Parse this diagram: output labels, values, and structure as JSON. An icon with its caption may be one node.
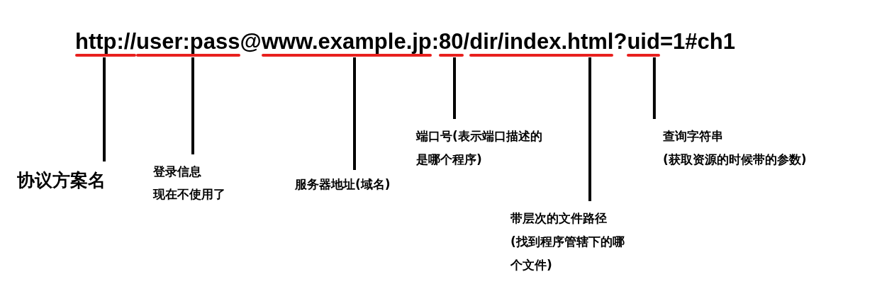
{
  "diagram": {
    "nodes": [
      {
        "text": [
          "http://user:pass@www.example.jp:80/dir/index.html?uid=1#ch1"
        ]
      },
      {
        "text": [],
        "shape": "bar"
      },
      {
        "text": [],
        "shape": "bar"
      },
      {
        "text": [],
        "shape": "bar"
      },
      {
        "text": [],
        "shape": "bar"
      },
      {
        "text": [],
        "shape": "bar"
      },
      {
        "text": [],
        "shape": "bar"
      },
      {
        "text": [
          "协议方案名"
        ]
      },
      {
        "text": [
          "登录信息",
          "现在不使用了"
        ]
      },
      {
        "text": [
          "服务器地址(域名)"
        ]
      },
      {
        "text": [
          "端口号(表示端口描述的是哪个程序)"
        ]
      },
      {
        "text": [
          "带层次的文件路径",
          "(找到程序管辖下的哪个文件)"
        ]
      },
      {
        "text": [
          "查询字符串",
          "(获取资源的时候带的参数)"
        ]
      }
    ],
    "edges": [
      {
        "from": 7,
        "to": 1,
        "arrow": "none"
      },
      {
        "from": 8,
        "to": 2,
        "arrow": "none"
      },
      {
        "from": 9,
        "to": 3,
        "arrow": "none"
      },
      {
        "from": 10,
        "to": 4,
        "arrow": "none"
      },
      {
        "from": 11,
        "to": 5,
        "arrow": "none"
      },
      {
        "from": 12,
        "to": 6,
        "arrow": "none"
      }
    ]
  }
}
